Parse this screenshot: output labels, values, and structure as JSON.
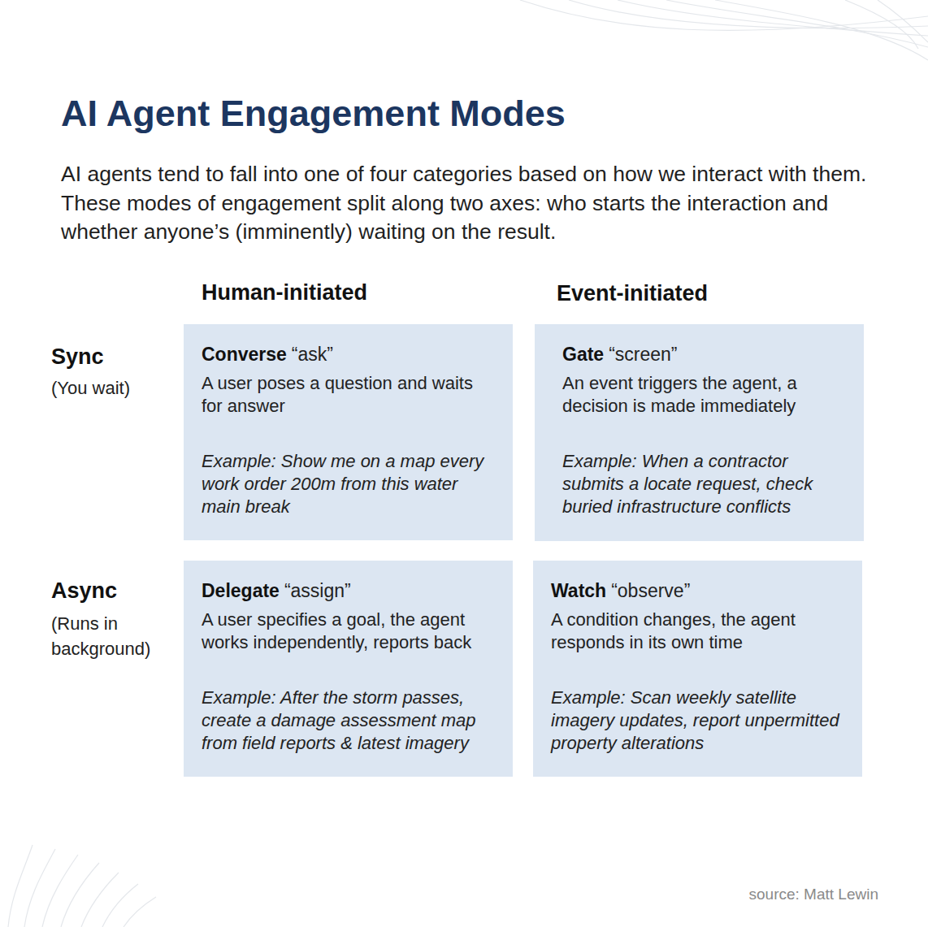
{
  "diagram": {
    "title": "AI Agent Engagement Modes",
    "nodes": [
      {
        "text": [
          "Converse",
          "“ask”",
          "A user poses a question and waits for answer",
          "Example: Show me on a map every work order 200m from this water main break"
        ]
      },
      {
        "text": [
          "Gate",
          "“screen”",
          "An event triggers the agent, a decision is made immediately",
          "Example: When a contractor submits a locate request, check buried infrastructure conflicts"
        ]
      },
      {
        "text": [
          "Delegate",
          "“assign”",
          "A user specifies a goal, the agent works independently, reports back",
          "Example: After the storm passes, create a damage assessment map from field reports & latest imagery"
        ]
      },
      {
        "text": [
          "Watch",
          "“observe”",
          "A condition changes, the agent responds in its own time",
          "Example: Scan weekly satellite imagery updates, report unpermitted property alterations"
        ]
      }
    ],
    "labels": [
      "AI agents tend to fall into one of four categories based on how we interact with them. These modes of engagement split along two axes: who starts the interaction and whether anyone’s (imminently) waiting on the result.",
      "Human-initiated",
      "Event-initiated",
      "Sync",
      "(You wait)",
      "Async",
      "(Runs in background)",
      "source: Matt Lewin"
    ]
  }
}
